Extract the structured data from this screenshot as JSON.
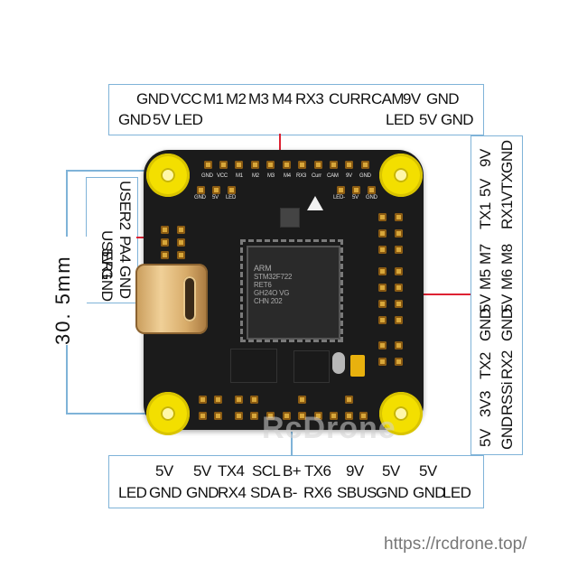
{
  "top_labels": {
    "row1": [
      "GND",
      "VCC",
      "M1",
      "M2",
      "M3",
      "M4",
      "RX3",
      "CURR",
      "CAM",
      "9V",
      "GND"
    ],
    "row2_left": [
      "GND",
      "5V",
      "LED"
    ],
    "row2_right": [
      "LED",
      "5V",
      "GND"
    ]
  },
  "left_labels": {
    "col1": [
      "USER1",
      "5V",
      "GND"
    ],
    "col2": [
      "USER2",
      "PA4",
      "GND"
    ]
  },
  "dimension": "30. 5mm",
  "right_labels": {
    "col1": [
      "5V",
      "3V3",
      "TX2",
      "GND",
      "5V",
      "M5",
      "M7",
      "TX1",
      "5V",
      "9V"
    ],
    "col2": [
      "GND",
      "RSSi",
      "RX2",
      "GND",
      "5V",
      "M6",
      "M8",
      "RX1",
      "VTX",
      "GND"
    ]
  },
  "bottom_labels": {
    "row1": [
      "5V",
      "5V",
      "TX4",
      "SCL",
      "B+",
      "TX6",
      "9V",
      "5V",
      "5V"
    ],
    "row2": [
      "LED",
      "GND",
      "GND",
      "RX4",
      "SDA",
      "B-",
      "RX6",
      "SBUS",
      "GND",
      "GND",
      "LED"
    ]
  },
  "board_silk": {
    "top": [
      "GND",
      "VCC",
      "M1",
      "M2",
      "M3",
      "M4",
      "RX3",
      "Curr",
      "CAM",
      "9V",
      "GND"
    ],
    "top_left": [
      "GND",
      "5V",
      "LED"
    ],
    "top_right": [
      "LED-",
      "5V",
      "GND"
    ],
    "mcu_text": [
      "ARM",
      "STM32F722",
      "RET6",
      "GH24O VG",
      "CHN 202"
    ]
  },
  "watermark": "RcDrone",
  "url": "https://rcdrone.top/",
  "colors": {
    "board": "#1b1b1b",
    "mount": "#f3df00",
    "pad": "#d8a73a",
    "callout": "#7fb3d8",
    "marker": "#dd2233"
  }
}
